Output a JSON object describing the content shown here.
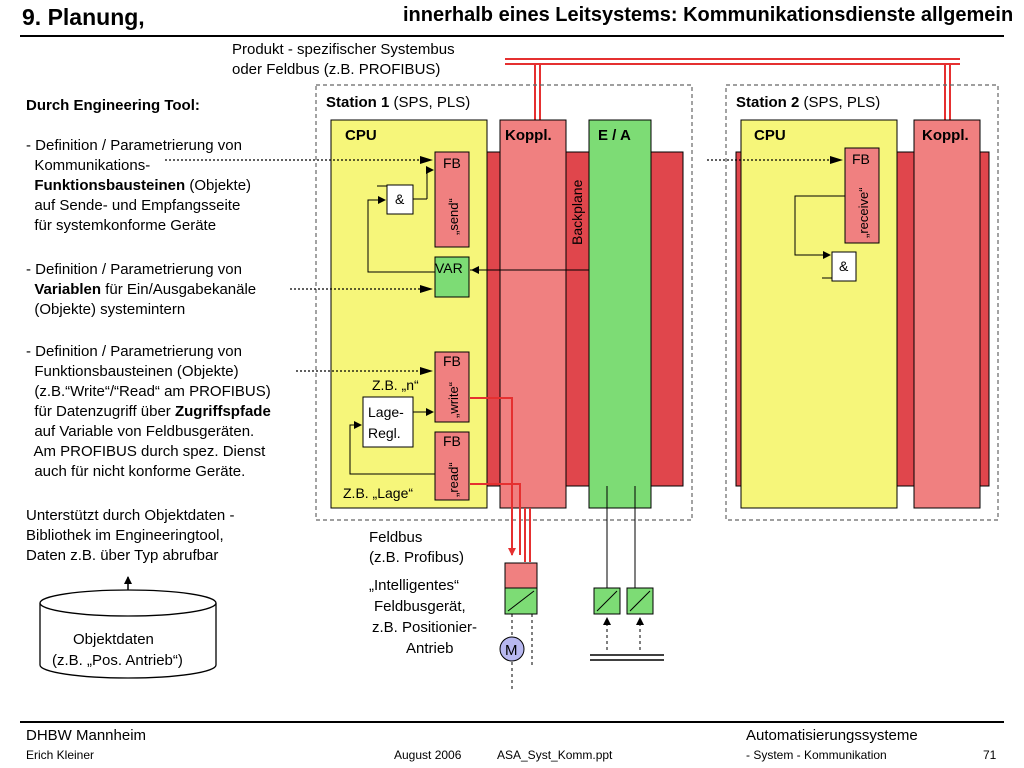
{
  "header": {
    "title_left": "9. Planung,",
    "title_right": "innerhalb eines Leitsystems: Kommunikationsdienste allgemein"
  },
  "bus_label": [
    "Produkt - spezifischer Systembus",
    "oder Feldbus (z.B. PROFIBUS)"
  ],
  "engineering": {
    "heading": "Durch Engineering Tool:",
    "block1": [
      {
        "pre": "- Definition / Parametrierung von",
        "b": "",
        "post": ""
      },
      {
        "pre": "  Kommunikations-",
        "b": "",
        "post": ""
      },
      {
        "pre": "  ",
        "b": "Funktionsbausteinen",
        "post": " (Objekte)"
      },
      {
        "pre": "  auf Sende- und Empfangsseite",
        "b": "",
        "post": ""
      },
      {
        "pre": "  für systemkonforme Geräte",
        "b": "",
        "post": ""
      }
    ],
    "block2": [
      {
        "pre": "- Definition / Parametrierung von",
        "b": "",
        "post": ""
      },
      {
        "pre": "  ",
        "b": "Variablen",
        "post": " für Ein/Ausgabekanäle"
      },
      {
        "pre": "  (Objekte) systemintern",
        "b": "",
        "post": ""
      }
    ],
    "block3": [
      {
        "pre": "- Definition / Parametrierung von",
        "b": "",
        "post": ""
      },
      {
        "pre": "  Funktionsbausteinen (Objekte)",
        "b": "",
        "post": ""
      },
      {
        "pre": "  (z.B.“Write“/“Read“ am PROFIBUS)",
        "b": "",
        "post": ""
      },
      {
        "pre": "  für Datenzugriff über ",
        "b": "Zugriffspfade",
        "post": ""
      },
      {
        "pre": "  auf Variable von Feldbusgeräten.",
        "b": "",
        "post": ""
      },
      {
        "pre": "  Am PROFIBUS durch spez. Dienst",
        "b": "",
        "post": ""
      },
      {
        "pre": "  auch für nicht konforme Geräte.",
        "b": "",
        "post": ""
      }
    ],
    "support": [
      "Unterstützt durch Objektdaten -",
      "Bibliothek im Engineeringtool,",
      "Daten z.B. über Typ abrufbar"
    ]
  },
  "objektdaten": [
    "Objektdaten",
    "(z.B. „Pos. Antrieb“)"
  ],
  "station1": {
    "title_b": "Station 1",
    "title_n": " (SPS, PLS)",
    "cpu": "CPU",
    "koppl": "Koppl.",
    "ea": "E / A",
    "backplane": "Backplane",
    "fb": "FB",
    "send": "„send“",
    "and": "&",
    "var": "VAR",
    "write": "„write“",
    "read": "„read“",
    "zb_n": "Z.B. „n“",
    "lage_regl": [
      "Lage-",
      "Regl."
    ],
    "zb_lage": "Z.B. „Lage“"
  },
  "station2": {
    "title_b": "Station 2",
    "title_n": " (SPS, PLS)",
    "cpu": "CPU",
    "koppl": "Koppl.",
    "fb": "FB",
    "receive": "„receive“",
    "and": "&"
  },
  "feldbus": [
    "Feldbus",
    "(z.B. Profibus)"
  ],
  "device": [
    "„Intelligentes“",
    "Feldbusgerät,",
    "z.B. Positionier-",
    "Antrieb"
  ],
  "motor": "M",
  "footer": {
    "org": "DHBW  Mannheim",
    "author": "Erich Kleiner",
    "date": "August 2006",
    "file": "ASA_Syst_Komm.ppt",
    "course": "Automatisierungssysteme",
    "topic": "- System - Kommunikation",
    "page": "71"
  },
  "colors": {
    "cpu_yellow": "#f6f67a",
    "koppl_red": "#f08080",
    "dark_red": "#e0464c",
    "ea_green": "#7ddc75",
    "bus_red": "#e53030"
  }
}
